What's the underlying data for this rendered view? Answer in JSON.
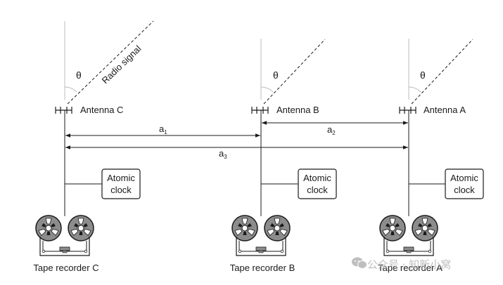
{
  "labels": {
    "radio_signal": "Radio signal",
    "theta": "θ",
    "antenna_c": "Antenna C",
    "antenna_b": "Antenna B",
    "antenna_a": "Antenna A",
    "a1": "a",
    "a1_sub": "1",
    "a2": "a",
    "a2_sub": "2",
    "a3": "a",
    "a3_sub": "3",
    "atomic": "Atomic",
    "clock": "clock",
    "recorder_c": "Tape recorder C",
    "recorder_b": "Tape recorder B",
    "recorder_a": "Tape recorder A"
  },
  "watermark": {
    "icon": "wechat-icon",
    "text": "公众号 · 知新小窝"
  },
  "colors": {
    "line": "#1a1a1a",
    "guide": "#bdbdbd",
    "reel": "#8c8c8c",
    "watermark": "#b5b5b5"
  }
}
